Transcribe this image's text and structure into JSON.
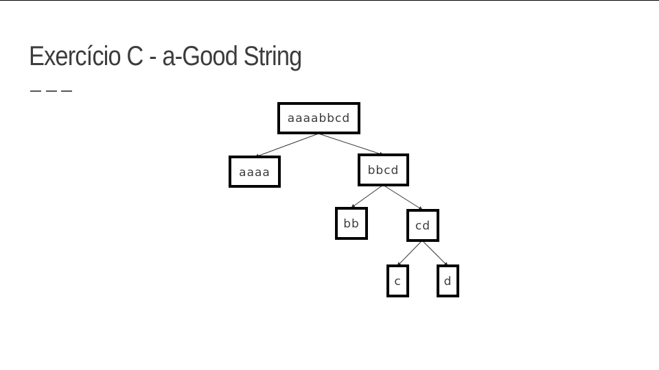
{
  "slide": {
    "title": "Exercício C - a-Good String"
  },
  "tree": {
    "nodes": [
      {
        "id": "root",
        "label": "aaaabbcd"
      },
      {
        "id": "left",
        "label": "aaaa"
      },
      {
        "id": "right",
        "label": "bbcd"
      },
      {
        "id": "rl",
        "label": "bb"
      },
      {
        "id": "rr",
        "label": "cd"
      },
      {
        "id": "rrl",
        "label": "c"
      },
      {
        "id": "rrr",
        "label": "d"
      }
    ],
    "edges": [
      {
        "from": "root",
        "to": "left"
      },
      {
        "from": "root",
        "to": "right"
      },
      {
        "from": "right",
        "to": "rl"
      },
      {
        "from": "right",
        "to": "rr"
      },
      {
        "from": "rr",
        "to": "rrl"
      },
      {
        "from": "rr",
        "to": "rrr"
      }
    ]
  },
  "colors": {
    "title": "#3c3c3c",
    "box_border": "#000000",
    "edge": "#333333"
  }
}
